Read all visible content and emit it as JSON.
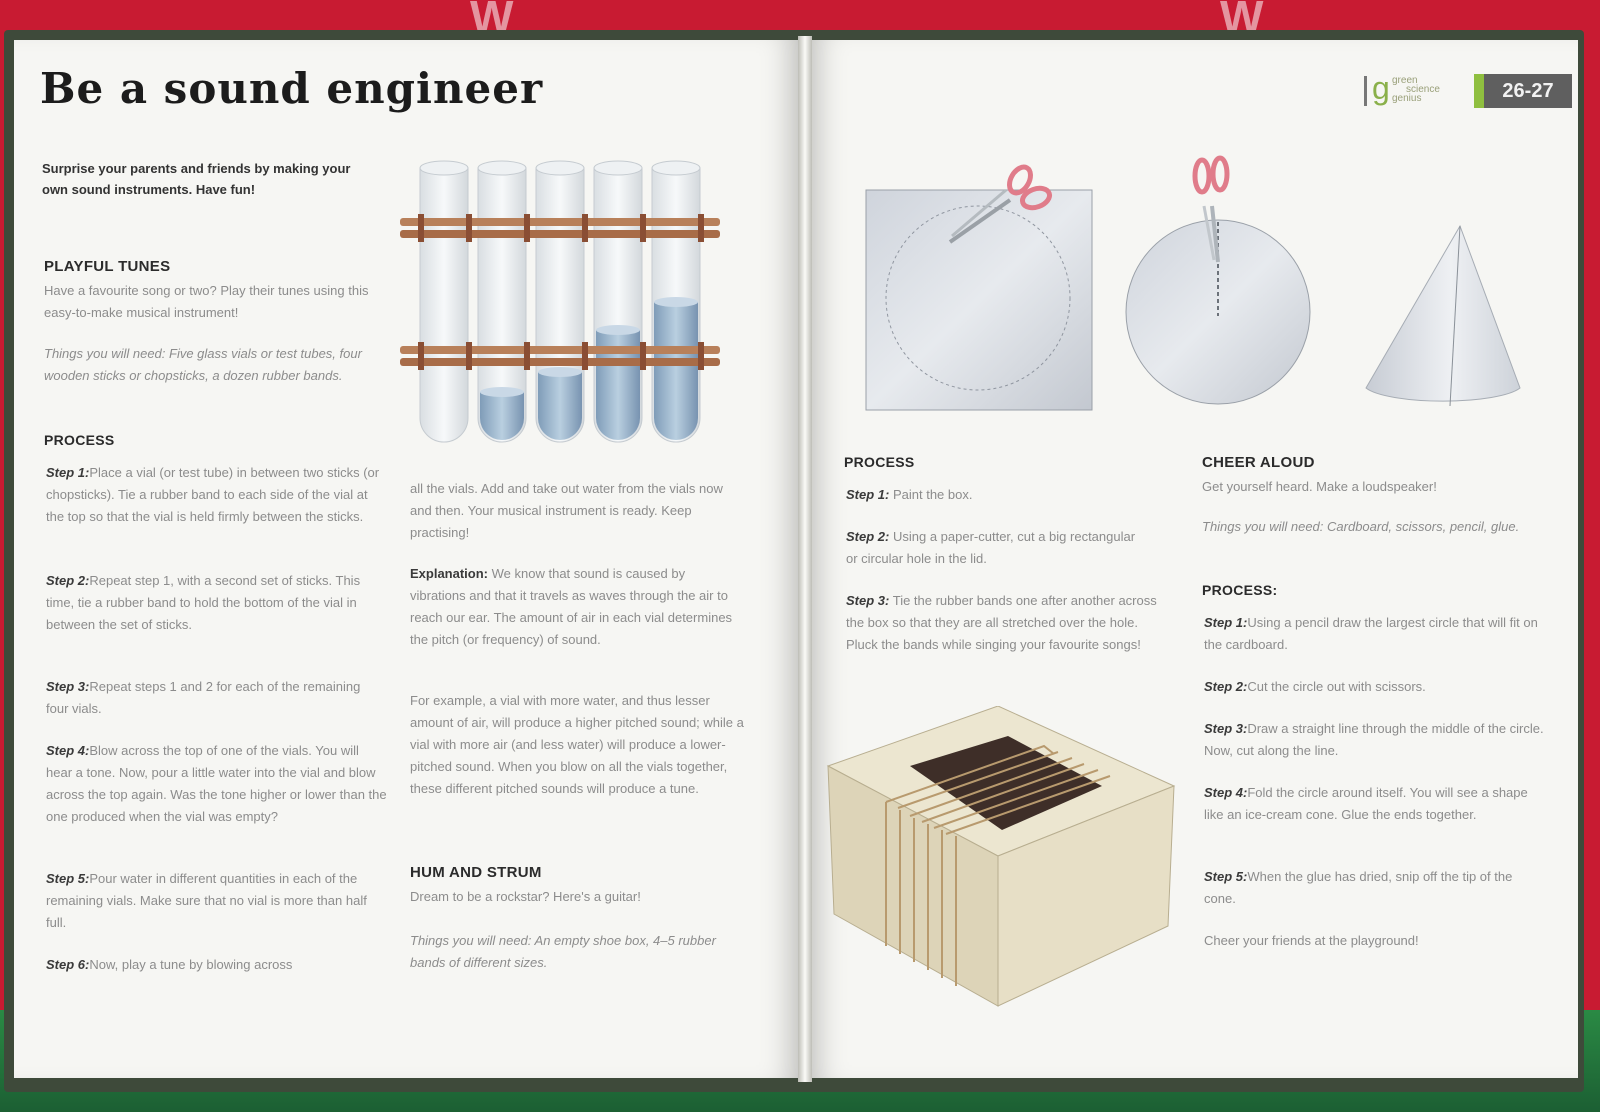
{
  "left_page": {
    "title": "Be a sound engineer",
    "intro": "Surprise your parents and friends by making your own sound instruments. Have fun!",
    "playful_tunes": {
      "heading": "PLAYFUL TUNES",
      "description": "Have a favourite song or two? Play their tunes using this easy-to-make musical instrument!",
      "things_needed": "Things you will need: Five glass vials or test tubes, four wooden sticks or chopsticks, a dozen rubber bands.",
      "process_heading": "PROCESS",
      "steps": [
        {
          "label": "Step 1:",
          "text": "Place a vial (or test tube) in between two sticks (or chopsticks). Tie a rubber band to each side of the vial at the top so that the vial is held firmly between the sticks."
        },
        {
          "label": "Step 2:",
          "text": "Repeat step 1, with a second set of sticks. This time, tie a rubber band to hold the bottom of the vial in between the set of sticks."
        },
        {
          "label": "Step 3:",
          "text": "Repeat steps 1 and 2 for each of the remaining four vials."
        },
        {
          "label": "Step 4:",
          "text": "Blow across the top of one of the vials. You will hear a tone. Now, pour a little water into the vial and blow across the top again. Was the tone higher or lower than the one produced when the vial was empty?"
        },
        {
          "label": "Step 5:",
          "text": "Pour water in different quantities in each of the remaining vials. Make sure that no vial is more than half full."
        },
        {
          "label": "Step 6:",
          "text": "Now, play a tune by blowing across"
        }
      ],
      "step6_continued": "all the vials. Add and take out water from the vials now and then. Your musical instrument is ready. Keep practising!",
      "explanation_label": "Explanation:",
      "explanation": "We know that sound is caused by vibrations and that it travels as waves through the air to reach our ear. The amount of air in each vial determines the pitch (or frequency) of sound.",
      "example": "For example, a vial with more water, and thus lesser amount of air, will produce a higher pitched sound; while a vial with more air (and less water) will produce a lower-pitched sound. When you blow on all the vials together, these different pitched sounds will produce a tune."
    },
    "hum_and_strum": {
      "heading": "HUM AND STRUM",
      "description": "Dream to be a rockstar? Here's a guitar!",
      "things_needed": "Things you will need: An empty shoe box, 4–5 rubber bands of different sizes."
    }
  },
  "right_page": {
    "logo": {
      "letter": "g",
      "words": [
        "green",
        "science",
        "genius"
      ]
    },
    "page_numbers": "26-27",
    "hum_process": {
      "heading": "PROCESS",
      "steps": [
        {
          "label": "Step 1:",
          "text": "Paint the box."
        },
        {
          "label": "Step 2:",
          "text": "Using a paper-cutter, cut a big rectangular or circular hole in the lid."
        },
        {
          "label": "Step 3:",
          "text": "Tie the rubber bands one after another across the box so that they are all stretched over the hole. Pluck the bands while singing your favourite songs!"
        }
      ]
    },
    "cheer_aloud": {
      "heading": "CHEER ALOUD",
      "description": "Get yourself heard. Make a loudspeaker!",
      "things_needed": "Things you will need: Cardboard, scissors, pencil, glue.",
      "process_heading": "PROCESS:",
      "steps": [
        {
          "label": "Step 1:",
          "text": "Using a pencil draw the largest circle that will fit on the cardboard."
        },
        {
          "label": "Step 2:",
          "text": "Cut the circle out with scissors."
        },
        {
          "label": "Step 3:",
          "text": "Draw a straight line through the middle of the circle. Now, cut along the line."
        },
        {
          "label": "Step 4:",
          "text": "Fold the circle around itself. You will see a shape like an ice-cream cone. Glue the ends together."
        },
        {
          "label": "Step 5:",
          "text": "When the glue has dried, snip off the tip of the cone."
        }
      ],
      "closing": "Cheer your friends at the playground!"
    }
  },
  "background": {
    "watermark": "W"
  },
  "colors": {
    "table_red": "#c81b32",
    "floor_green": "#2a8a44",
    "page": "#f6f6f3",
    "accent_green": "#8fbf3f"
  }
}
